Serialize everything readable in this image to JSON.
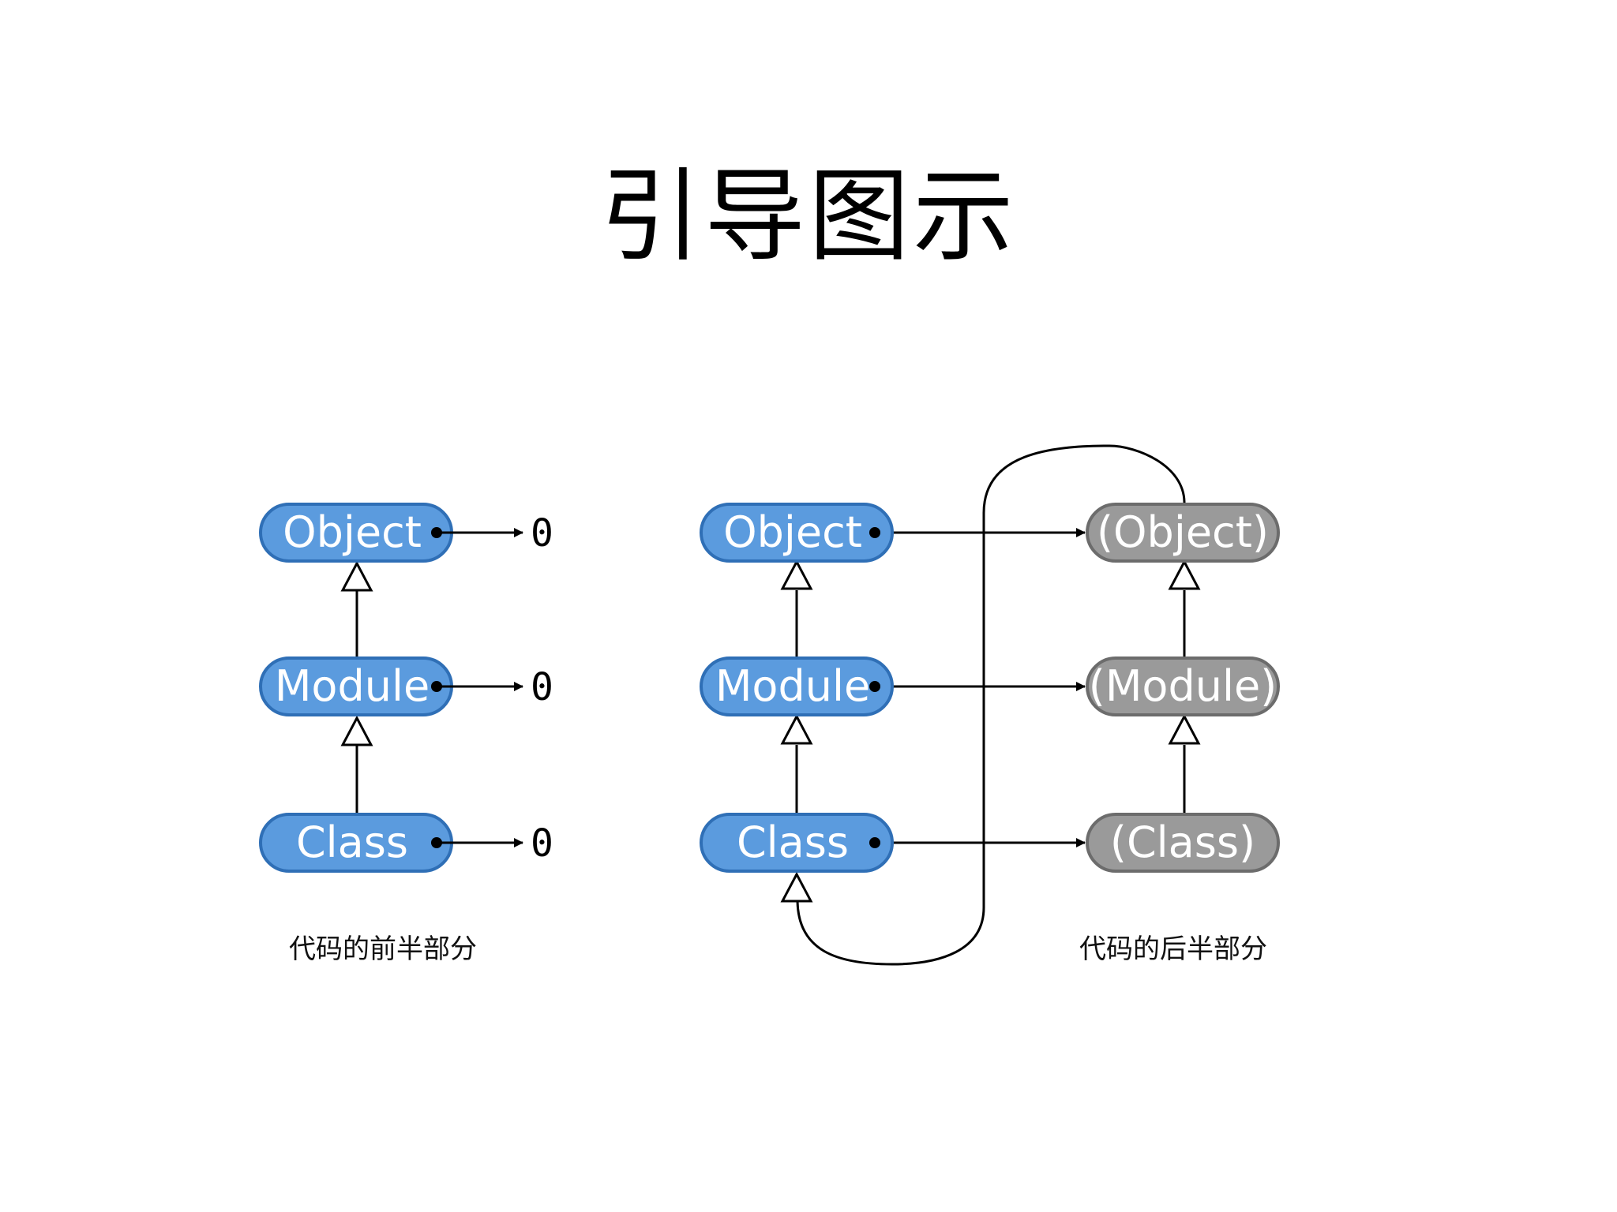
{
  "title": "引导图示",
  "colors": {
    "blue_node_fill": "#5b9bde",
    "blue_node_stroke": "#2f6fb6",
    "gray_node_fill": "#9a9a9a",
    "gray_node_stroke": "#6c6c6c",
    "line": "#000000"
  },
  "left_diagram": {
    "nodes": [
      "Object",
      "Module",
      "Class"
    ],
    "null_labels": [
      "0",
      "0",
      "0"
    ],
    "caption": "代码的前半部分"
  },
  "right_diagram": {
    "nodes": [
      "Object",
      "Module",
      "Class"
    ],
    "meta_nodes": [
      "(Object)",
      "(Module)",
      "(Class)"
    ],
    "caption": "代码的后半部分"
  }
}
